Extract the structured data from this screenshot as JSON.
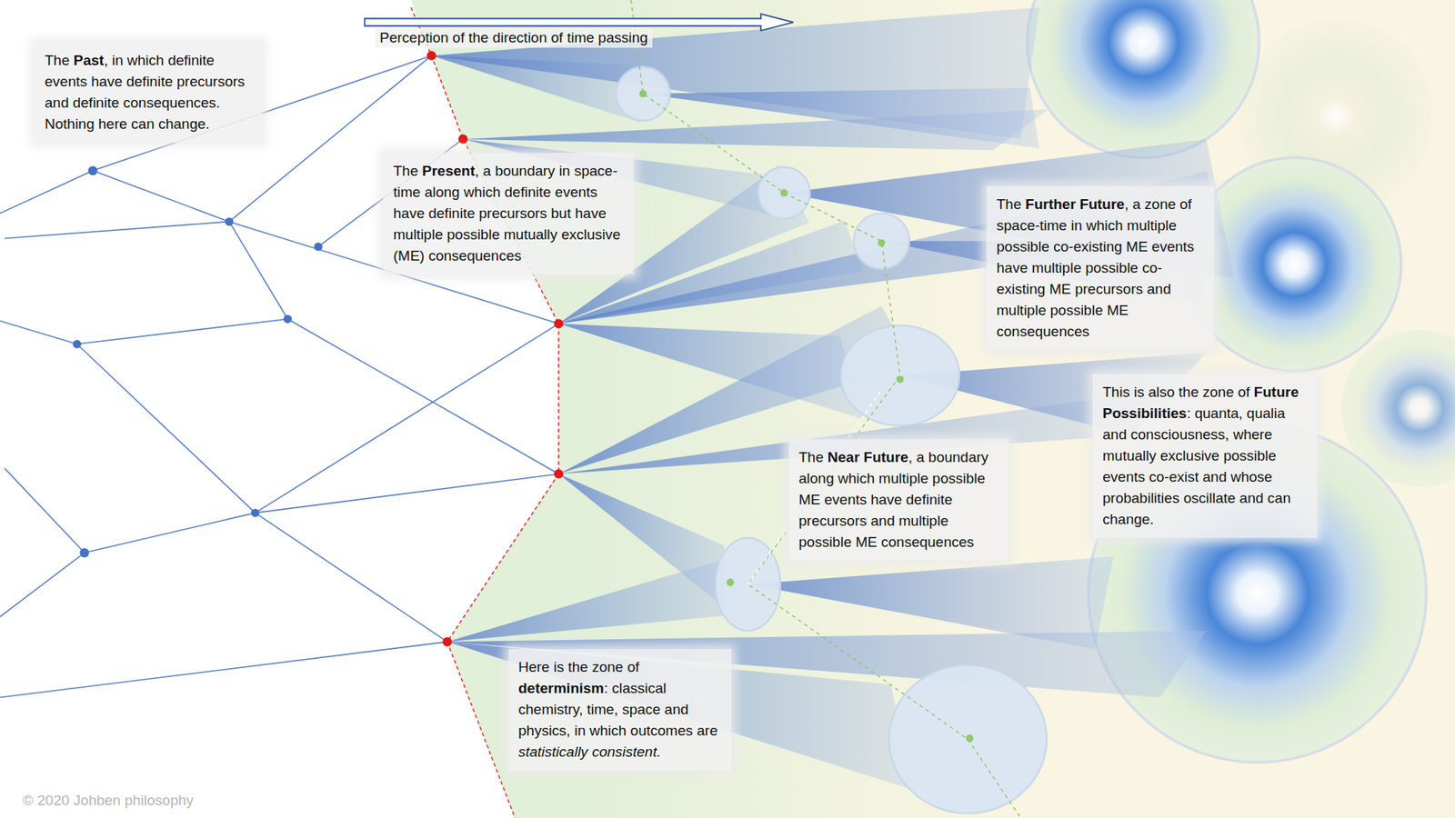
{
  "diagram": {
    "nodes": [
      {
        "text": [
          "The Past, in which definite events have definite precursors and definite consequences. Nothing here can change."
        ]
      },
      {
        "text": [
          "The Present, a boundary in space-time along which definite events have definite precursors but have multiple possible mutually exclusive (ME) consequences"
        ]
      },
      {
        "text": [
          "The Further Future, a zone of space-time in which multiple possible co-existing ME events have multiple possible co-existing ME precursors and multiple possible ME consequences"
        ]
      },
      {
        "text": [
          "This is also the zone of Future Possibilities: quanta, qualia and consciousness, where mutually exclusive possible events co-exist and whose probabilities oscillate and can change."
        ]
      },
      {
        "text": [
          "The Near Future, a boundary along which multiple possible ME events have definite precursors and multiple possible ME consequences"
        ]
      },
      {
        "text": [
          "Here is the zone of determinism: classical chemistry, time, space and physics, in which outcomes are statistically consistent."
        ]
      }
    ],
    "labels": [
      "Perception of the direction of time passing",
      "© 2020 Johben philosophy"
    ]
  }
}
